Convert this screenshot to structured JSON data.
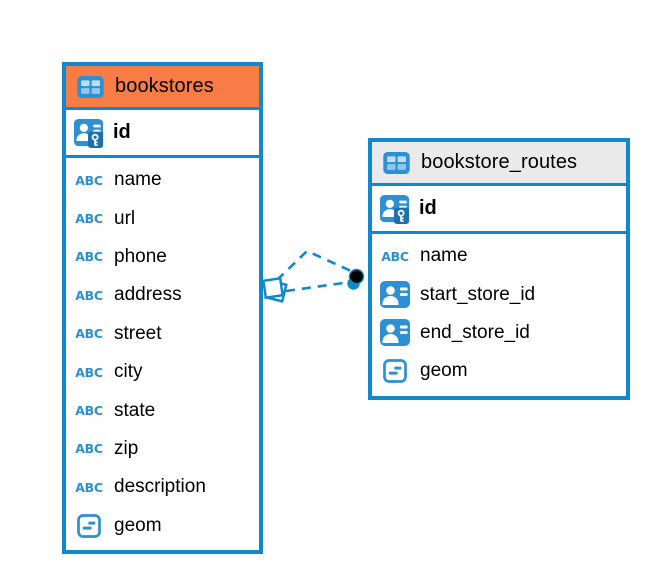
{
  "diagram": {
    "kind": "entity-relationship",
    "background": "#ffffff",
    "colors": {
      "table_border": "#1187CC",
      "bookstores_header": "#F87C45",
      "bookstore_routes_header": "#EAEAEA",
      "icon_blue": "#2E8FD2",
      "key_badge_blue": "#1E6FAE",
      "relationship_line": "#1187CC",
      "text": "#000000"
    }
  },
  "icons": {
    "text_type_label": "ABC"
  },
  "tables": [
    {
      "name": "bookstores",
      "header_icon": "table-icon",
      "primary_key": {
        "name": "id",
        "icon": "primary-key-icon"
      },
      "columns": [
        {
          "name": "name",
          "icon": "text-type-icon"
        },
        {
          "name": "url",
          "icon": "text-type-icon"
        },
        {
          "name": "phone",
          "icon": "text-type-icon"
        },
        {
          "name": "address",
          "icon": "text-type-icon"
        },
        {
          "name": "street",
          "icon": "text-type-icon"
        },
        {
          "name": "city",
          "icon": "text-type-icon"
        },
        {
          "name": "state",
          "icon": "text-type-icon"
        },
        {
          "name": "zip",
          "icon": "text-type-icon"
        },
        {
          "name": "description",
          "icon": "text-type-icon"
        },
        {
          "name": "geom",
          "icon": "geometry-type-icon"
        }
      ]
    },
    {
      "name": "bookstore_routes",
      "header_icon": "table-icon",
      "primary_key": {
        "name": "id",
        "icon": "primary-key-icon"
      },
      "columns": [
        {
          "name": "name",
          "icon": "text-type-icon"
        },
        {
          "name": "start_store_id",
          "icon": "reference-key-icon"
        },
        {
          "name": "end_store_id",
          "icon": "reference-key-icon"
        },
        {
          "name": "geom",
          "icon": "geometry-type-icon"
        }
      ]
    }
  ],
  "relationship": {
    "between": [
      "bookstores",
      "bookstore_routes"
    ],
    "link_count": 2,
    "line_style": "dashed",
    "source_marker": "diamond",
    "target_marker": "circle"
  }
}
